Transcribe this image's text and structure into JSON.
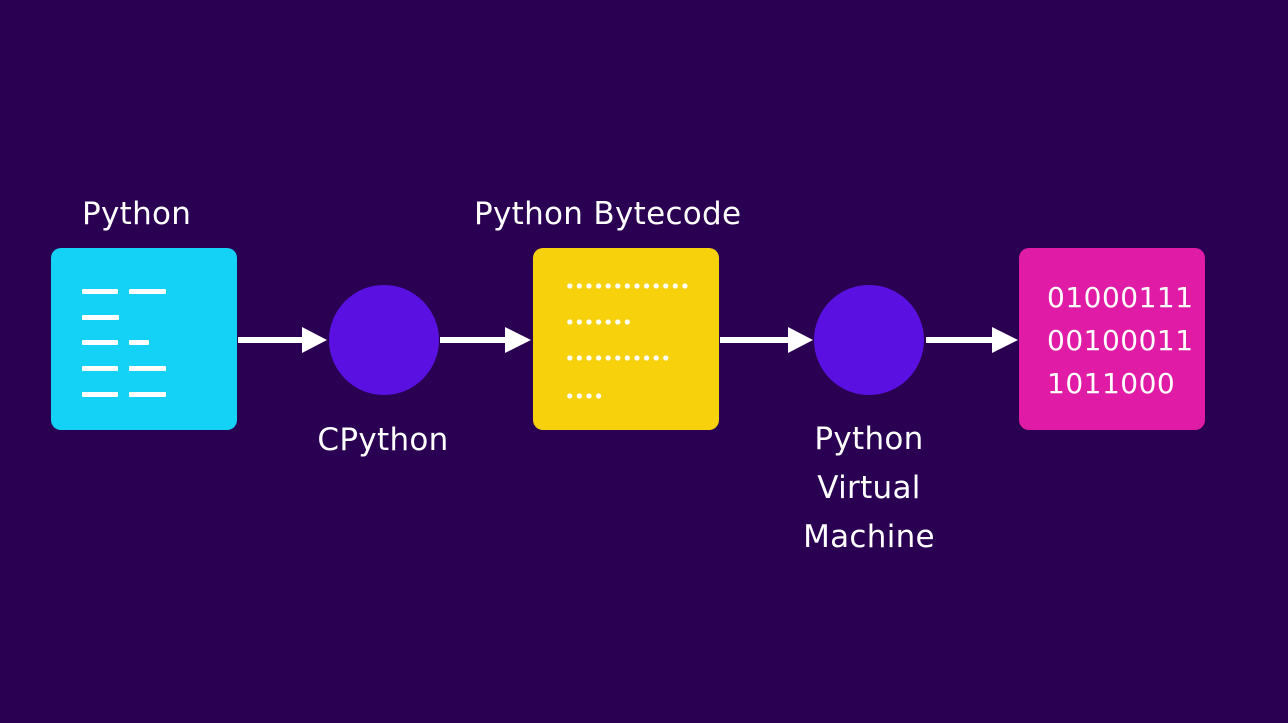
{
  "diagram": {
    "background_color": "#2a0052",
    "nodes": [
      {
        "id": "python",
        "label": "Python",
        "shape": "rounded-square",
        "color": "#13d2f5",
        "icon": "code-lines-icon"
      },
      {
        "id": "cpython",
        "label": "CPython",
        "shape": "circle",
        "color": "#5a10e0"
      },
      {
        "id": "bytecode",
        "label": "Python Bytecode",
        "shape": "rounded-square",
        "color": "#f7d20c",
        "icon": "dotted-lines-icon"
      },
      {
        "id": "pvm",
        "label_lines": [
          "Python",
          "Virtual",
          "Machine"
        ],
        "shape": "circle",
        "color": "#5a10e0"
      },
      {
        "id": "machine-code",
        "shape": "rounded-square",
        "color": "#e01ba6",
        "binary_lines": [
          "01000111",
          "00100011",
          "1011000"
        ]
      }
    ],
    "edges": [
      {
        "from": "python",
        "to": "cpython"
      },
      {
        "from": "cpython",
        "to": "bytecode"
      },
      {
        "from": "bytecode",
        "to": "pvm"
      },
      {
        "from": "pvm",
        "to": "machine-code"
      }
    ]
  }
}
